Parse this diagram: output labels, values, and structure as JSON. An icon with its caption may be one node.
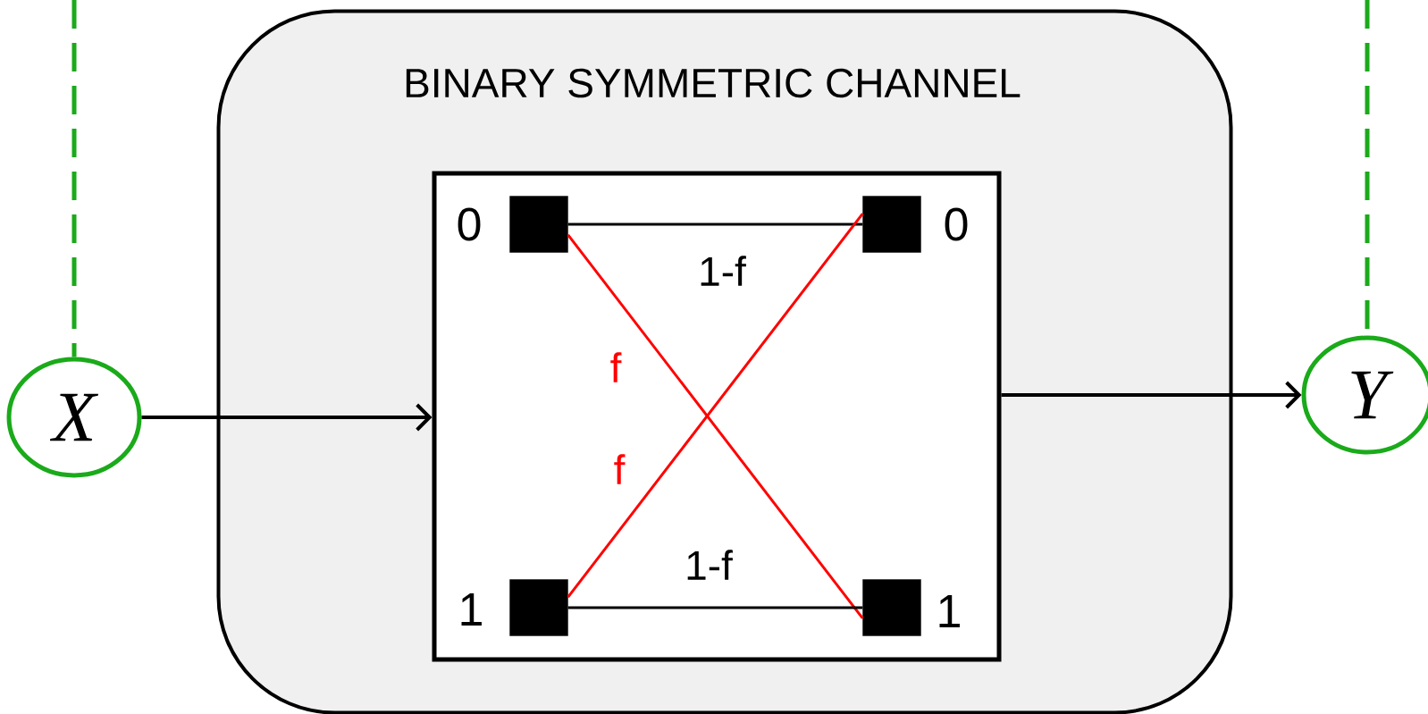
{
  "diagram": {
    "nodes": [
      {
        "text": [
          "BINARY SYMMETRIC CHANNEL"
        ]
      },
      {
        "text": [],
        "shape": "box",
        "in": 0
      },
      {
        "text": [],
        "shape": "box",
        "in": 1,
        "beside": [
          "0"
        ]
      },
      {
        "text": [],
        "shape": "box",
        "in": 1,
        "beside": [
          "0"
        ]
      },
      {
        "text": [],
        "shape": "box",
        "in": 1,
        "beside": [
          "1"
        ]
      },
      {
        "text": [],
        "shape": "box",
        "in": 1,
        "beside": [
          "1"
        ]
      },
      {
        "text": [
          "X"
        ]
      },
      {
        "text": [
          "Y"
        ]
      }
    ],
    "edges": [
      {
        "from": null,
        "to": 6,
        "arrow": "none",
        "style": "dashed",
        "color": "#1aaa1a"
      },
      {
        "from": null,
        "to": 7,
        "arrow": "none",
        "style": "dashed",
        "color": "#1aaa1a"
      },
      {
        "from": 6,
        "to": 1,
        "arrow": "to"
      },
      {
        "from": 1,
        "to": 7,
        "arrow": "to"
      },
      {
        "from": 2,
        "to": 3,
        "arrow": "none",
        "label": "1-f"
      },
      {
        "from": 2,
        "to": 5,
        "arrow": "none",
        "label": "f",
        "color": "#ff0000"
      },
      {
        "from": 4,
        "to": 3,
        "arrow": "none",
        "label": "f",
        "color": "#ff0000"
      },
      {
        "from": 4,
        "to": 5,
        "arrow": "none",
        "label": "1-f"
      }
    ]
  }
}
